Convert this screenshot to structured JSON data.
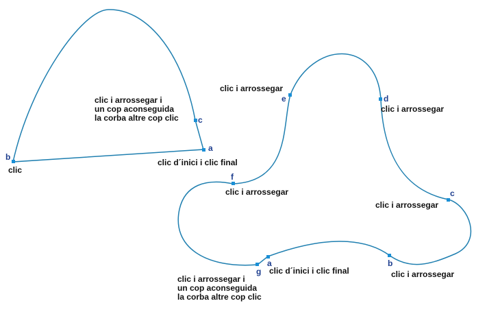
{
  "shape1": {
    "points": {
      "a": "a",
      "b": "b",
      "c": "c"
    },
    "notes": {
      "b": "clic",
      "a": "clic d´inici i clic final",
      "c": [
        "clic i arrossegar i",
        "un cop aconseguida",
        "la corba altre cop clic"
      ]
    }
  },
  "shape2": {
    "points": {
      "a": "a",
      "b": "b",
      "c": "c",
      "d": "d",
      "e": "e",
      "f": "f",
      "g": "g"
    },
    "notes": {
      "e": "clic i arrossegar",
      "d": "clic i arrossegar",
      "f": "clic i arrossegar",
      "c": "clic i arrossegar",
      "b": "clic i arrossegar",
      "a": "clic d´inici i clic final",
      "g": [
        "clic i arrossegar i",
        "un cop aconseguida",
        "la corba altre cop clic"
      ]
    }
  },
  "colors": {
    "curve": "#1f7fb0",
    "marker": "#1a8fd6",
    "point_label": "#1f3f8f",
    "note": "#111111"
  }
}
